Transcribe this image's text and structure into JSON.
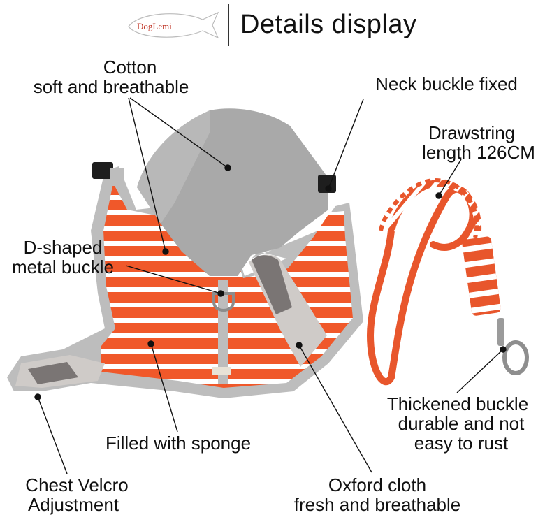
{
  "header": {
    "brand": "DogLemi",
    "title": "Details display"
  },
  "labels": {
    "cotton_line1": "Cotton",
    "cotton_line2": "soft and breathable",
    "neck": "Neck buckle fixed",
    "drawstring_line1": "Drawstring",
    "drawstring_line2": "length 126CM",
    "dshaped_line1": "D-shaped",
    "dshaped_line2": "metal buckle",
    "buckle_line1": "Thickened buckle",
    "buckle_line2": "durable and not",
    "buckle_line3": "easy to rust",
    "sponge": "Filled with sponge",
    "velcro_line1": "Chest Velcro",
    "velcro_line2": "Adjustment",
    "oxford_line1": "Oxford cloth",
    "oxford_line2": "fresh and breathable"
  },
  "colors": {
    "stripe_orange": "#f0582a",
    "stripe_white": "#ffffff",
    "hood_gray": "#a9a9a9",
    "trim_gray": "#bdbdbd",
    "velcro_gray": "#7a7574",
    "oxford_gray": "#cfcbc8",
    "brand_red": "#c0392b"
  }
}
